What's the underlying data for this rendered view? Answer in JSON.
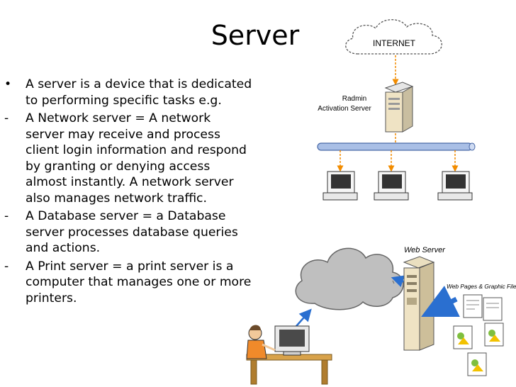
{
  "slide": {
    "title": "Server",
    "bullets": [
      {
        "marker": "•",
        "text": "A server is a device that is dedicated to performing specific tasks e.g."
      },
      {
        "marker": "-",
        "text": "A Network server = A network server may receive and process client login information and respond by granting or denying access almost instantly. A network server also manages network traffic."
      },
      {
        "marker": "-",
        "text": "A Database server = a Database server processes database queries and actions."
      },
      {
        "marker": "-",
        "text": "A Print server = a print server is a computer that manages one or more printers."
      }
    ]
  },
  "network_diagram": {
    "cloud_label": "INTERNET",
    "server_label_line1": "Radmin",
    "server_label_line2": "Activation Server"
  },
  "web_diagram": {
    "server_label": "Web Server",
    "files_label": "Web Pages & Graphic Files"
  },
  "colors": {
    "arrow_blue": "#2a6fd0",
    "bus_blue": "#a9bfe6",
    "dashed_orange": "#f28c00",
    "cloud_gray": "#bfbfbf",
    "server_beige": "#efe3c4"
  }
}
